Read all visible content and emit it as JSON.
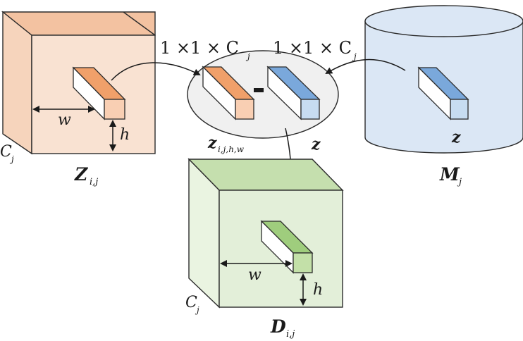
{
  "labels": {
    "left_width": "w",
    "left_height": "h",
    "left_depth_main": "C",
    "left_depth_sub": "j",
    "left_name_main": "Z",
    "left_name_sub": "i,j",
    "top_dim_left_main": "1 ×1 × C",
    "top_dim_left_sub": "j",
    "top_dim_right_main": "1 ×1 × C",
    "top_dim_right_sub": "j",
    "minus_sign": "-",
    "zvec_main": "z",
    "zvec_sub": "i,j,h,w",
    "z_label_center": "z",
    "z_label_memory": "z",
    "memory_name_main": "M",
    "memory_name_sub": "j",
    "bottom_width": "w",
    "bottom_height": "h",
    "bottom_depth_main": "C",
    "bottom_depth_sub": "j",
    "bottom_name_main": "D",
    "bottom_name_sub": "i,j"
  },
  "colors": {
    "orange_face": "#f9e2d2",
    "orange_top": "#f3c2a1",
    "orange_side": "#f6d4bc",
    "orange_block": "#f0a06a",
    "orange_block_light": "#f9cfb3",
    "green_face": "#e3efd9",
    "green_top": "#c5dfae",
    "green_side": "#eaf4e1",
    "green_block": "#9fcd7d",
    "blue_face": "#dbe7f5",
    "blue_block": "#7aa8db",
    "blue_block_light": "#c7dcf1",
    "ellipse": "#f0f0f0",
    "stroke": "#2b2b2b"
  }
}
